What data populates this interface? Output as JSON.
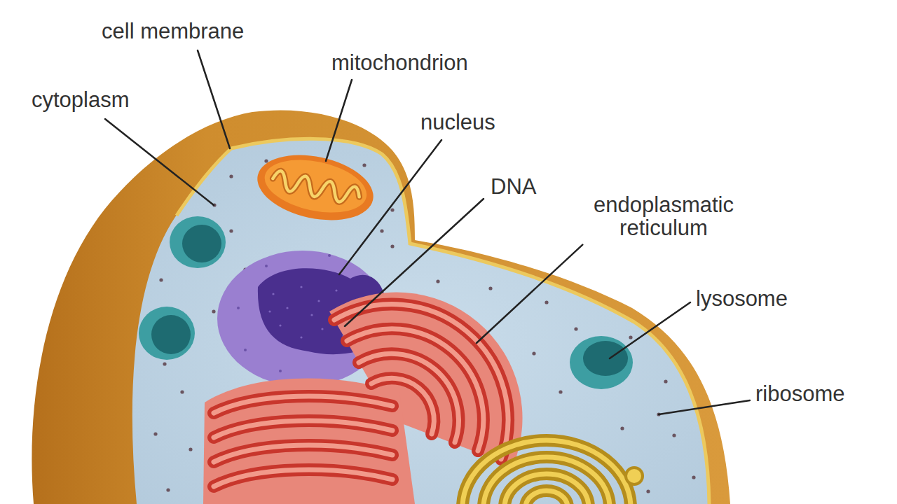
{
  "diagram": {
    "labels": [
      "cell membrane",
      "mitochondrion",
      "cytoplasm",
      "nucleus",
      "DNA",
      "endoplasmatic reticulum",
      "lysosome",
      "ribosome"
    ]
  }
}
